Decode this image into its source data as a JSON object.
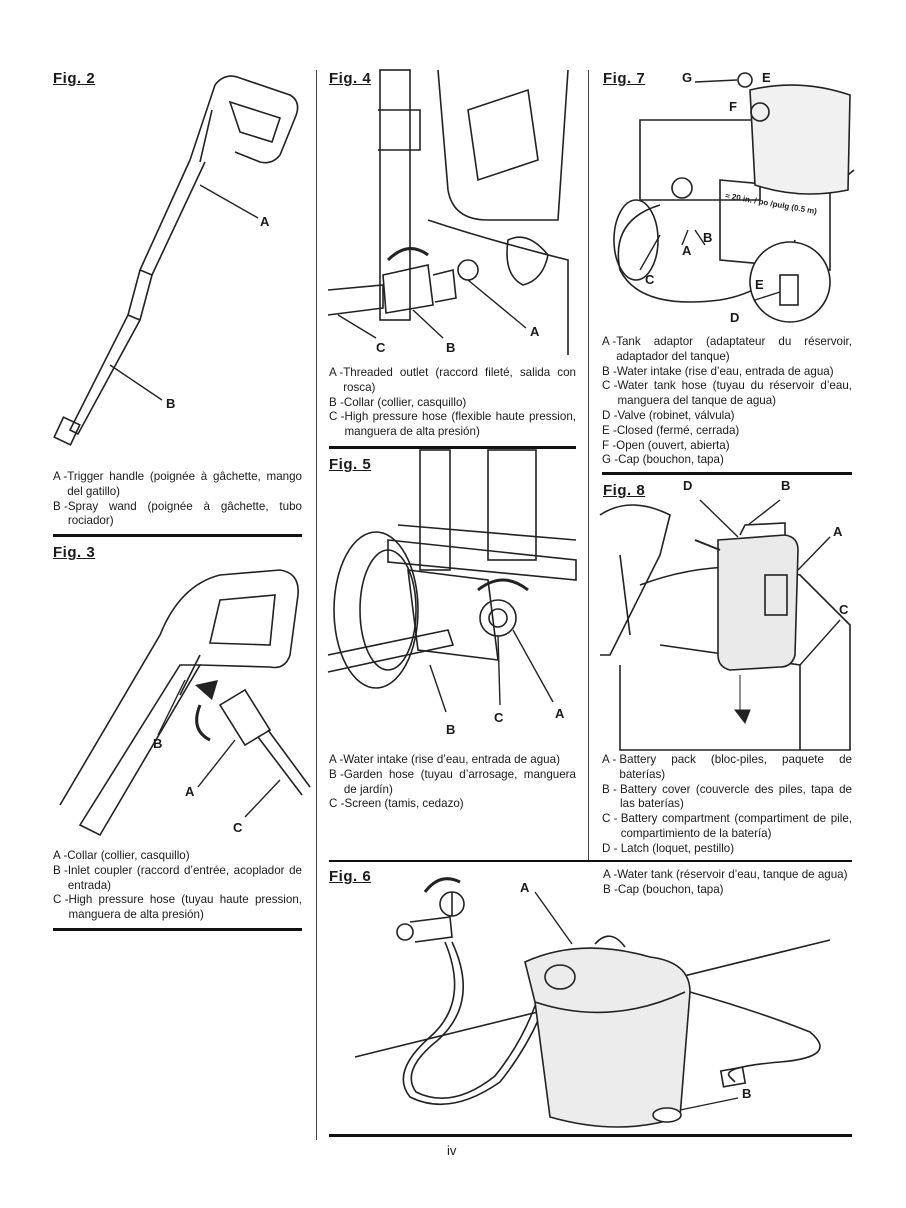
{
  "page_number": "iv",
  "fig2": {
    "title": "Fig. 2",
    "callouts": {
      "a": "A",
      "b": "B"
    },
    "legend": [
      {
        "key": "A -",
        "text": "Trigger handle (poignée à gâchette, mango del gatillo)"
      },
      {
        "key": "B -",
        "text": "Spray wand (poignée à gâchette, tubo rociador)"
      }
    ]
  },
  "fig3": {
    "title": "Fig. 3",
    "callouts": {
      "a": "A",
      "b": "B",
      "c": "C"
    },
    "legend": [
      {
        "key": "A -",
        "text": "Collar (collier, casquillo)"
      },
      {
        "key": "B -",
        "text": "Inlet coupler (raccord d’entrée, acoplador de entrada)"
      },
      {
        "key": "C -",
        "text": "High pressure hose (tuyau haute pression, manguera de alta presión)"
      }
    ]
  },
  "fig4": {
    "title": "Fig. 4",
    "callouts": {
      "a": "A",
      "b": "B",
      "c": "C"
    },
    "legend": [
      {
        "key": "A -",
        "text": "Threaded outlet (raccord fileté, salida con rosca)"
      },
      {
        "key": "B -",
        "text": "Collar (collier, casquillo)"
      },
      {
        "key": "C -",
        "text": "High pressure hose (flexible haute pression, manguera de alta presión)"
      }
    ]
  },
  "fig5": {
    "title": "Fig. 5",
    "callouts": {
      "a": "A",
      "b": "B",
      "c": "C"
    },
    "legend": [
      {
        "key": "A -",
        "text": "Water intake (rise d’eau, entrada de agua)"
      },
      {
        "key": "B -",
        "text": "Garden hose (tuyau d’arrosage, manguera de jardín)"
      },
      {
        "key": "C -",
        "text": "Screen (tamis, cedazo)"
      }
    ]
  },
  "fig6": {
    "title": "Fig. 6",
    "callouts": {
      "a": "A",
      "b": "B"
    },
    "legend": [
      {
        "key": "A -",
        "text": "Water tank (réservoir d’eau, tanque de agua)"
      },
      {
        "key": "B -",
        "text": "Cap (bouchon, tapa)"
      }
    ]
  },
  "fig7": {
    "title": "Fig. 7",
    "callouts": {
      "a": "A",
      "b": "B",
      "c": "C",
      "d": "D",
      "e": "E",
      "e2": "E",
      "f": "F",
      "g": "G"
    },
    "tank_label": "≈ 20 in. / po /pulg (0.5 m)",
    "legend": [
      {
        "key": "A -",
        "text": "Tank adaptor (adaptateur du réservoir, adaptador del tanque)"
      },
      {
        "key": "B -",
        "text": "Water intake (rise d’eau, entrada de agua)"
      },
      {
        "key": "C -",
        "text": "Water tank hose (tuyau du réservoir d’eau, manguera del tanque de agua)"
      },
      {
        "key": "D -",
        "text": "Valve (robinet, válvula)"
      },
      {
        "key": "E -",
        "text": "Closed (fermé, cerrada)"
      },
      {
        "key": "F -",
        "text": "Open (ouvert, abierta)"
      },
      {
        "key": "G -",
        "text": "Cap (bouchon, tapa)"
      }
    ]
  },
  "fig8": {
    "title": "Fig. 8",
    "callouts": {
      "a": "A",
      "b": "B",
      "c": "C",
      "d": "D"
    },
    "legend": [
      {
        "key": "A - ",
        "text": "Battery pack (bloc-piles, paquete de baterías)"
      },
      {
        "key": "B - ",
        "text": "Battery cover (couvercle des piles, tapa de las baterías)"
      },
      {
        "key": "C - ",
        "text": "Battery compartment (compartiment de pile, compartimiento de la batería)"
      },
      {
        "key": "D - ",
        "text": "Latch (loquet, pestillo)"
      }
    ]
  }
}
